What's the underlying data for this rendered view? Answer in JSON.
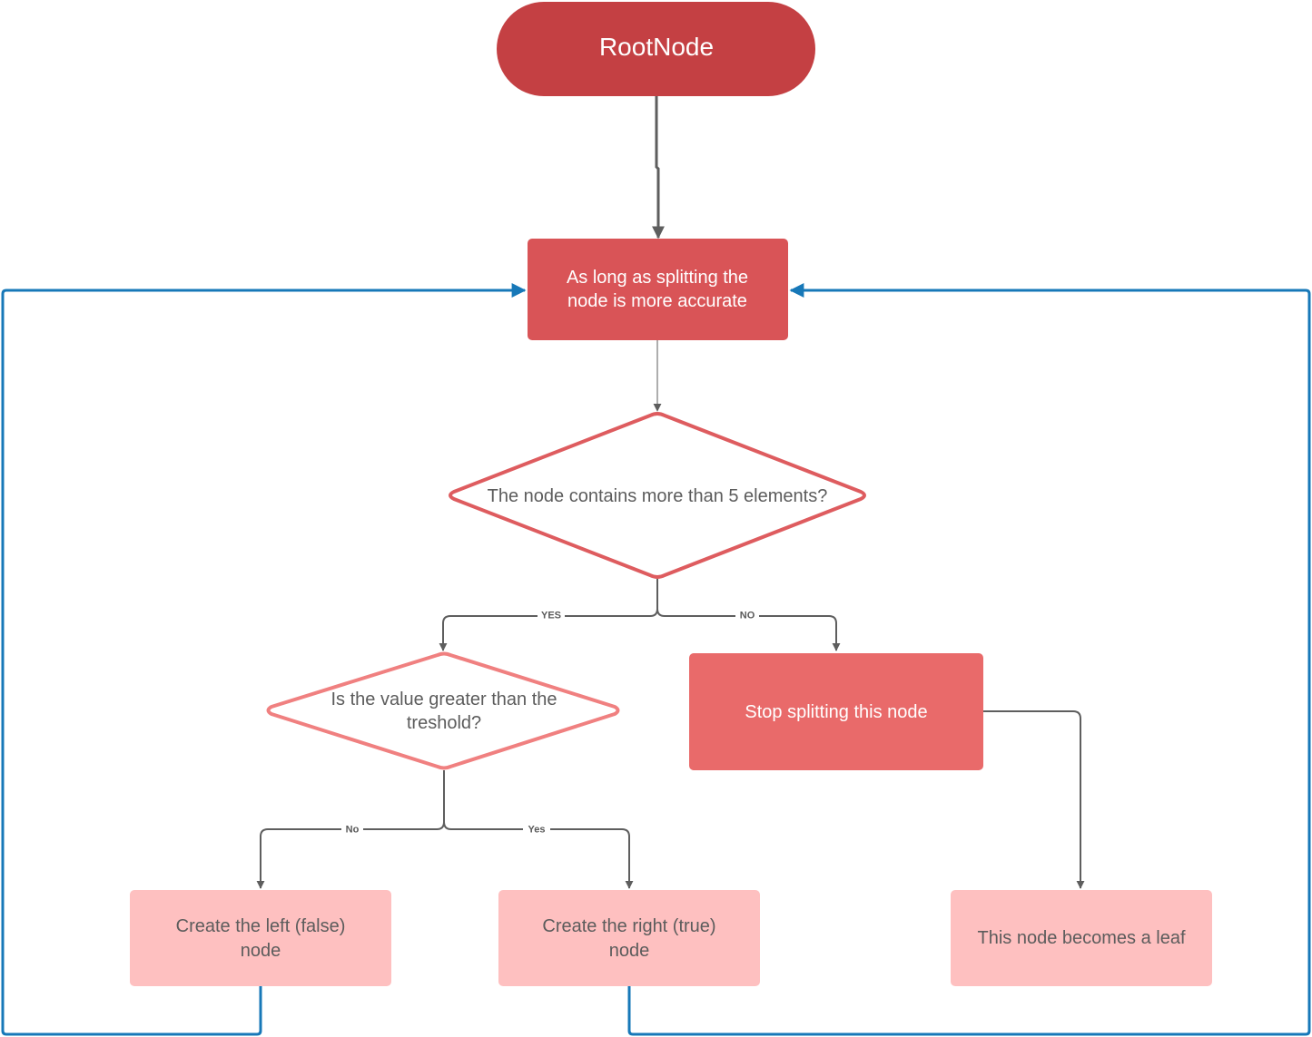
{
  "colors": {
    "root_fill": "#c44043",
    "loop_fill": "#d95457",
    "stop_fill": "#e96a6a",
    "leaf_fill": "#fec0c0",
    "decision1_stroke": "#de5c5f",
    "decision2_stroke": "#f08080",
    "gray_connector": "#5e5e5e",
    "blue_connector": "#1778b8",
    "white_text": "#ffffff",
    "dark_text": "#5c5c5c"
  },
  "nodes": {
    "root": {
      "label": "RootNode"
    },
    "loop": {
      "line1": "As long as splitting the",
      "line2": "node is more accurate"
    },
    "decision_elements": {
      "label": "The node contains more than 5 elements?"
    },
    "decision_threshold": {
      "line1": "Is the value greater than the",
      "line2": "treshold?"
    },
    "stop": {
      "label": "Stop splitting this node"
    },
    "left": {
      "line1": "Create the left (false)",
      "line2": "node"
    },
    "right": {
      "line1": "Create the right (true)",
      "line2": "node"
    },
    "leaf": {
      "label": "This node becomes a leaf"
    }
  },
  "edges": {
    "yes_upper": "YES",
    "no_upper": "NO",
    "no_lower": "No",
    "yes_lower": "Yes"
  }
}
